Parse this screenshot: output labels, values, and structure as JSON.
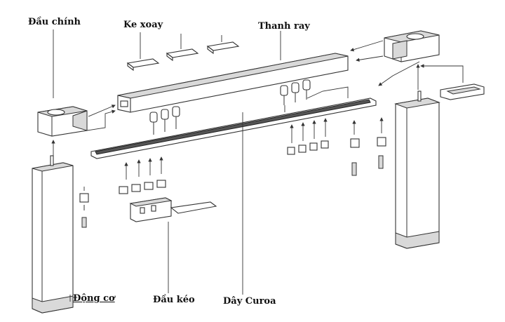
{
  "labels": {
    "dau_chinh": "Đầu chính",
    "ke_xoay": "Ke xoay",
    "thanh_ray": "Thanh ray",
    "dong_co": "Động cơ",
    "dau_keo": "Đầu kéo",
    "day_curoa": "Dây Curoa"
  }
}
